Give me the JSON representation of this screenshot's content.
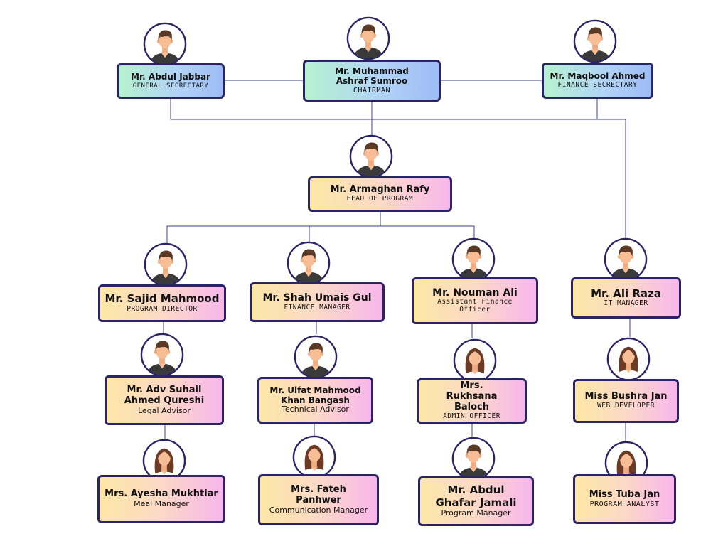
{
  "people": {
    "abdul_jabbar": {
      "name": "Mr. Abdul Jabbar",
      "role": "GENERAL SECRECTARY",
      "avatar": "male-avatar-icon"
    },
    "ashraf_sumroo": {
      "name": "Mr. Muhammad Ashraf Sumroo",
      "role": "CHAIRMAN",
      "avatar": "male-avatar-icon"
    },
    "maqbool_ahmed": {
      "name": "Mr. Maqbool Ahmed",
      "role": "FINANCE SECRECTARY",
      "avatar": "male-avatar-icon"
    },
    "armaghan_rafy": {
      "name": "Mr. Armaghan Rafy",
      "role": "HEAD OF PROGRAM",
      "avatar": "male-avatar-icon"
    },
    "sajid_mahmood": {
      "name": "Mr. Sajid Mahmood",
      "role": "PROGRAM DIRECTOR",
      "avatar": "male-avatar-icon"
    },
    "shah_umais_gul": {
      "name": "Mr. Shah Umais Gul",
      "role": "FINANCE MANAGER",
      "avatar": "male-avatar-icon"
    },
    "nouman_ali": {
      "name": "Mr. Nouman Ali",
      "role": "Assistant Finance Officer",
      "avatar": "male-avatar-icon"
    },
    "ali_raza": {
      "name": "Mr. Ali Raza",
      "role": "IT MANAGER",
      "avatar": "male-avatar-icon"
    },
    "suhail_qureshi": {
      "name": "Mr. Adv Suhail Ahmed Qureshi",
      "role": "Legal Advisor",
      "avatar": "male-avatar-icon"
    },
    "ulfat_bangash": {
      "name": "Mr. Ulfat Mahmood Khan Bangash",
      "role": "Technical Advisor",
      "avatar": "male-avatar-icon"
    },
    "rukhsana_baloch": {
      "name": "Mrs. Rukhsana Baloch",
      "role": "ADMIN OFFICER",
      "avatar": "female-avatar-icon"
    },
    "bushra_jan": {
      "name": "Miss Bushra Jan",
      "role": "WEB DEVELOPER",
      "avatar": "female-avatar-icon"
    },
    "ayesha_mukhtiar": {
      "name": "Mrs. Ayesha Mukhtiar",
      "role": "Meal Manager",
      "avatar": "female-avatar-icon"
    },
    "fateh_panhwer": {
      "name": "Mrs. Fateh Panhwer",
      "role": "Communication Manager",
      "avatar": "female-avatar-icon"
    },
    "abdul_ghafar_jamali": {
      "name": "Mr. Abdul Ghafar Jamali",
      "role": "Program Manager",
      "avatar": "male-avatar-icon"
    },
    "tuba_jan": {
      "name": "Miss Tuba Jan",
      "role": "PROGRAM ANALYST",
      "avatar": "female-avatar-icon"
    }
  },
  "colors": {
    "border": "#2a2466",
    "line": "#3b3f8f",
    "skin": "#f7bd94",
    "hair": "#5a3a26",
    "shirt": "#3a3a3a"
  }
}
